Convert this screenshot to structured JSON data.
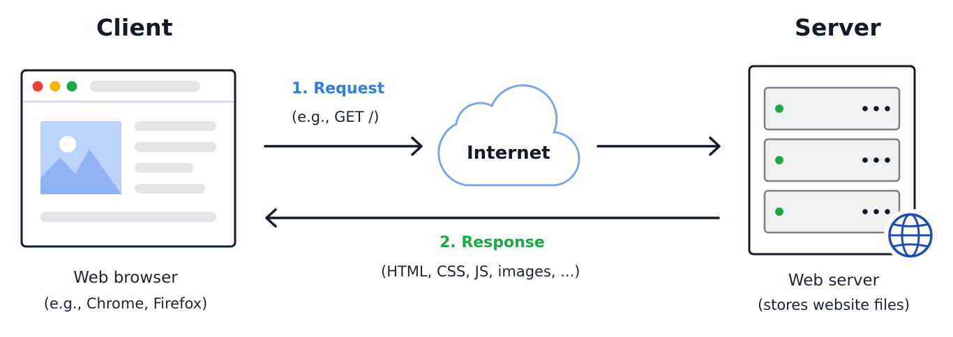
{
  "client": {
    "title": "Client",
    "caption_line1": "Web browser",
    "caption_line2": "(e.g., Chrome, Firefox)"
  },
  "server": {
    "title": "Server",
    "caption_line1": "Web server",
    "caption_line2": "(stores website files)"
  },
  "request": {
    "label": "1. Request",
    "detail": "(e.g., GET /)"
  },
  "response": {
    "label": "2. Response",
    "detail": "(HTML, CSS, JS, images, ...)"
  },
  "internet": {
    "label": "Internet"
  },
  "colors": {
    "request": "#2f7ee0",
    "response": "#1fa84a",
    "ink": "#131a28",
    "cloud_stroke": "#7aa7e8",
    "image_fill": "#bcd2fb",
    "mountain": "#8fb2f2",
    "globe": "#1d4bb3"
  },
  "icons": [
    "browser-window-icon",
    "cloud-icon",
    "server-rack-icon",
    "globe-icon",
    "arrow-right-icon",
    "arrow-left-icon"
  ]
}
